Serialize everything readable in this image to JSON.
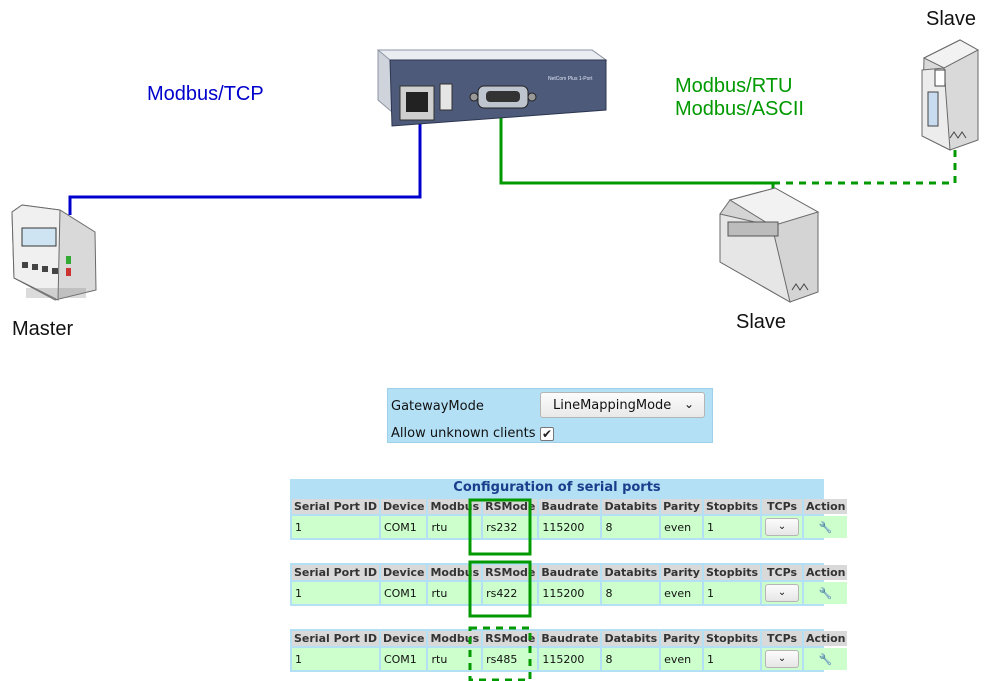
{
  "diagram": {
    "protocol_left": "Modbus/TCP",
    "protocol_right_line1": "Modbus/RTU",
    "protocol_right_line2": "Modbus/ASCII",
    "master_label": "Master",
    "slave_label_top": "Slave",
    "slave_label_bottom": "Slave",
    "gateway_brand": "NetCom Plus 1-Port",
    "colors": {
      "tcp": "#0000cc",
      "serial": "#008800",
      "text_tcp": "#0000cc",
      "text_serial": "#009900"
    }
  },
  "gateway_panel": {
    "mode_label": "GatewayMode",
    "mode_value": "LineMappingMode",
    "mode_chevron": "chevron-down-icon",
    "unknown_clients_label": "Allow unknown clients",
    "unknown_clients_checked": true,
    "checkmark": "✔"
  },
  "serial_config": {
    "title": "Configuration of serial ports",
    "headers": [
      "Serial Port ID",
      "Device",
      "Modbus",
      "RSMode",
      "Baudrate",
      "Databits",
      "Parity",
      "Stopbits",
      "TCPs",
      "Action"
    ],
    "tables": [
      {
        "serial_port_id": "1",
        "device": "COM1",
        "modbus": "rtu",
        "rsmode": "rs232",
        "baudrate": "115200",
        "databits": "8",
        "parity": "even",
        "stopbits": "1",
        "tcps_chevron": "⌄",
        "action_icon": "wrench-icon"
      },
      {
        "serial_port_id": "1",
        "device": "COM1",
        "modbus": "rtu",
        "rsmode": "rs422",
        "baudrate": "115200",
        "databits": "8",
        "parity": "even",
        "stopbits": "1",
        "tcps_chevron": "⌄",
        "action_icon": "wrench-icon"
      },
      {
        "serial_port_id": "1",
        "device": "COM1",
        "modbus": "rtu",
        "rsmode": "rs485",
        "baudrate": "115200",
        "databits": "8",
        "parity": "even",
        "stopbits": "1",
        "tcps_chevron": "⌄",
        "action_icon": "wrench-icon"
      }
    ]
  }
}
